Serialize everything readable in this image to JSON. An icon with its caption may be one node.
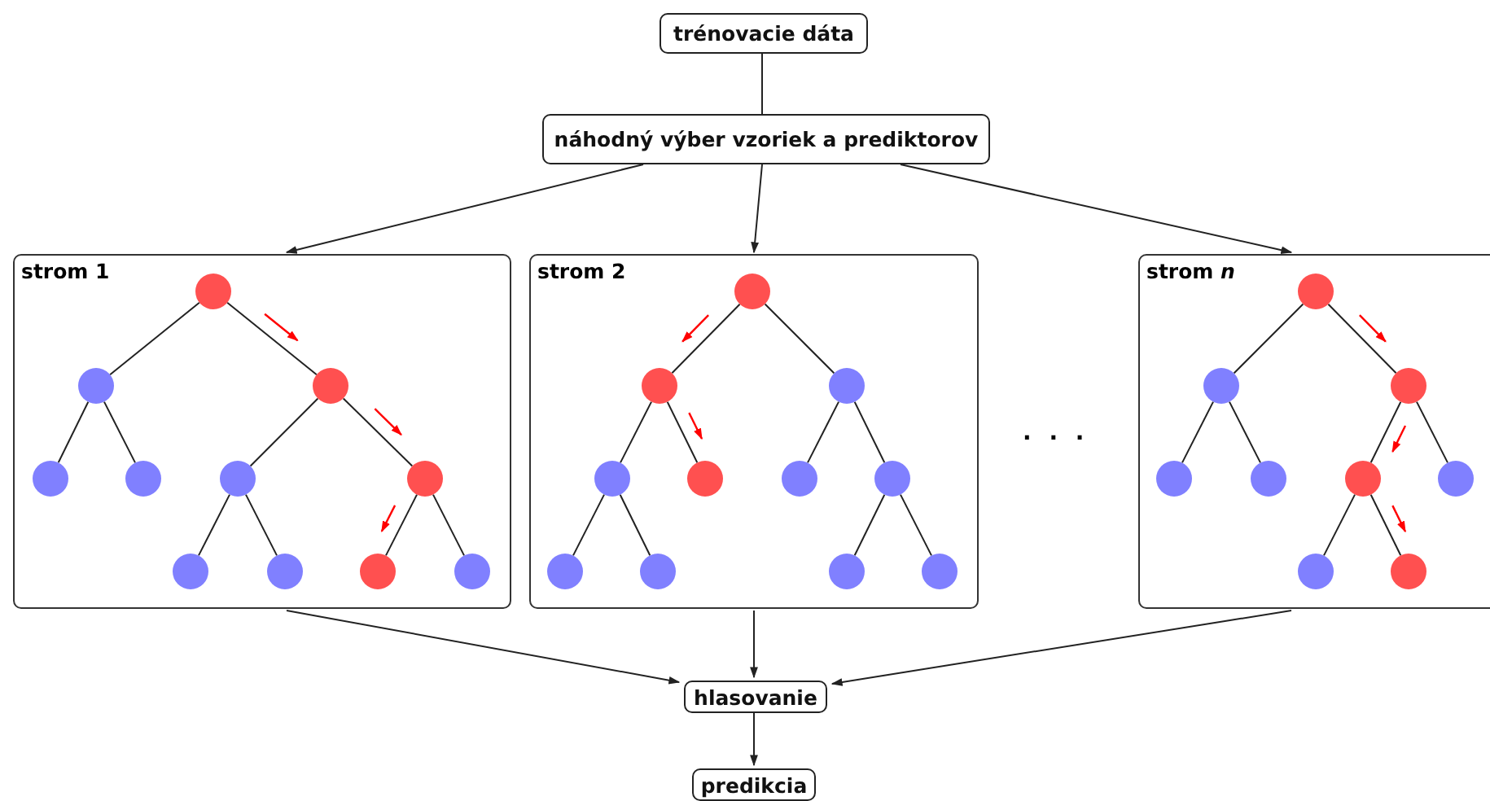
{
  "diagram": {
    "nodes": [
      {
        "text": [
          "trénovacie dáta"
        ]
      },
      {
        "text": [
          "náhodný výber vzoriek a prediktorov"
        ]
      },
      {
        "text": [
          "strom 1"
        ]
      },
      {
        "text": [],
        "shape": "circle",
        "in": 2
      },
      {
        "text": [],
        "shape": "circle",
        "in": 2
      },
      {
        "text": [],
        "shape": "circle",
        "in": 2
      },
      {
        "text": [],
        "shape": "circle",
        "in": 2
      },
      {
        "text": [],
        "shape": "circle",
        "in": 2
      },
      {
        "text": [],
        "shape": "circle",
        "in": 2
      },
      {
        "text": [],
        "shape": "circle",
        "in": 2
      },
      {
        "text": [],
        "shape": "circle",
        "in": 2
      },
      {
        "text": [],
        "shape": "circle",
        "in": 2
      },
      {
        "text": [],
        "shape": "circle",
        "in": 2
      },
      {
        "text": [],
        "shape": "circle",
        "in": 2
      },
      {
        "text": [
          "strom 2"
        ]
      },
      {
        "text": [],
        "shape": "circle",
        "in": 14
      },
      {
        "text": [],
        "shape": "circle",
        "in": 14
      },
      {
        "text": [],
        "shape": "circle",
        "in": 14
      },
      {
        "text": [],
        "shape": "circle",
        "in": 14
      },
      {
        "text": [],
        "shape": "circle",
        "in": 14
      },
      {
        "text": [],
        "shape": "circle",
        "in": 14
      },
      {
        "text": [],
        "shape": "circle",
        "in": 14
      },
      {
        "text": [],
        "shape": "circle",
        "in": 14
      },
      {
        "text": [],
        "shape": "circle",
        "in": 14
      },
      {
        "text": [],
        "shape": "circle",
        "in": 14
      },
      {
        "text": [],
        "shape": "circle",
        "in": 14
      },
      {
        "text": [
          "strom *n*"
        ]
      },
      {
        "text": [],
        "shape": "circle",
        "in": 26
      },
      {
        "text": [],
        "shape": "circle",
        "in": 26
      },
      {
        "text": [],
        "shape": "circle",
        "in": 26
      },
      {
        "text": [],
        "shape": "circle",
        "in": 26
      },
      {
        "text": [],
        "shape": "circle",
        "in": 26
      },
      {
        "text": [],
        "shape": "circle",
        "in": 26
      },
      {
        "text": [],
        "shape": "circle",
        "in": 26
      },
      {
        "text": [],
        "shape": "circle",
        "in": 26
      },
      {
        "text": [],
        "shape": "circle",
        "in": 26
      },
      {
        "text": [
          "hlasovanie"
        ]
      },
      {
        "text": [
          "predikcia"
        ]
      }
    ],
    "edges": [
      {
        "from": 0,
        "to": 1,
        "arrow": "none"
      },
      {
        "from": 1,
        "to": 2,
        "arrow": "to"
      },
      {
        "from": 1,
        "to": 14,
        "arrow": "to"
      },
      {
        "from": 1,
        "to": 26,
        "arrow": "to"
      },
      {
        "from": 3,
        "to": 4,
        "arrow": "none"
      },
      {
        "from": 3,
        "to": 5,
        "arrow": "none"
      },
      {
        "from": 4,
        "to": 6,
        "arrow": "none"
      },
      {
        "from": 4,
        "to": 7,
        "arrow": "none"
      },
      {
        "from": 5,
        "to": 8,
        "arrow": "none"
      },
      {
        "from": 5,
        "to": 9,
        "arrow": "none"
      },
      {
        "from": 8,
        "to": 10,
        "arrow": "none"
      },
      {
        "from": 8,
        "to": 11,
        "arrow": "none"
      },
      {
        "from": 9,
        "to": 12,
        "arrow": "none"
      },
      {
        "from": 9,
        "to": 13,
        "arrow": "none"
      },
      {
        "from": 15,
        "to": 16,
        "arrow": "none"
      },
      {
        "from": 15,
        "to": 17,
        "arrow": "none"
      },
      {
        "from": 16,
        "to": 18,
        "arrow": "none"
      },
      {
        "from": 16,
        "to": 19,
        "arrow": "none"
      },
      {
        "from": 17,
        "to": 20,
        "arrow": "none"
      },
      {
        "from": 17,
        "to": 21,
        "arrow": "none"
      },
      {
        "from": 18,
        "to": 22,
        "arrow": "none"
      },
      {
        "from": 18,
        "to": 23,
        "arrow": "none"
      },
      {
        "from": 21,
        "to": 24,
        "arrow": "none"
      },
      {
        "from": 21,
        "to": 25,
        "arrow": "none"
      },
      {
        "from": 27,
        "to": 28,
        "arrow": "none"
      },
      {
        "from": 27,
        "to": 29,
        "arrow": "none"
      },
      {
        "from": 28,
        "to": 30,
        "arrow": "none"
      },
      {
        "from": 28,
        "to": 31,
        "arrow": "none"
      },
      {
        "from": 29,
        "to": 32,
        "arrow": "none"
      },
      {
        "from": 29,
        "to": 33,
        "arrow": "none"
      },
      {
        "from": 32,
        "to": 34,
        "arrow": "none"
      },
      {
        "from": 32,
        "to": 35,
        "arrow": "none"
      },
      {
        "from": 2,
        "to": 36,
        "arrow": "to"
      },
      {
        "from": 14,
        "to": 36,
        "arrow": "to"
      },
      {
        "from": 26,
        "to": 36,
        "arrow": "to"
      },
      {
        "from": 36,
        "to": 37,
        "arrow": "to"
      }
    ],
    "labels": [
      ". . ."
    ]
  }
}
